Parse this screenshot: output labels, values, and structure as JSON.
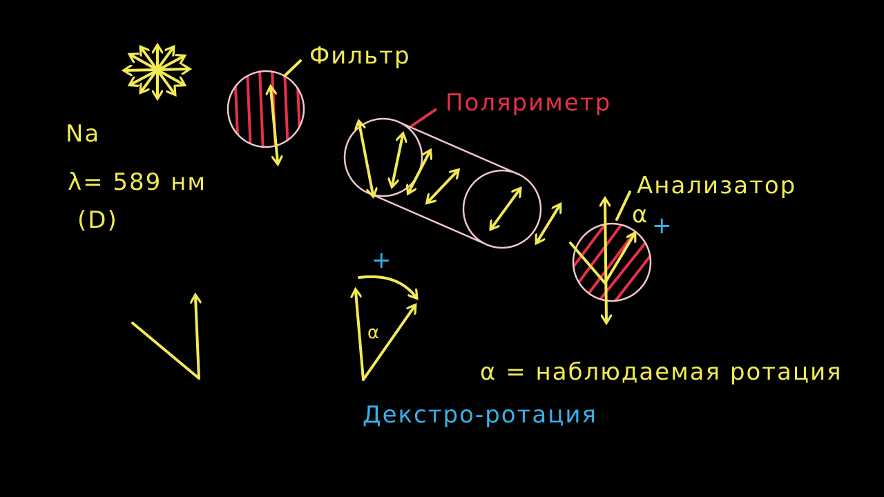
{
  "labels": {
    "filter": "Фильтр",
    "polarimeter": "Поляриметр",
    "analyzer": "Анализатор",
    "sodium": "Na",
    "wavelength": "λ= 589 нм",
    "d_line": "(D)",
    "alpha_definition": "α = наблюдаемая ротация",
    "dextro_rotation": "Декстро-ротация",
    "alpha_analyzer": "α",
    "alpha_angle": "α",
    "plus_analyzer": "+",
    "plus_rotation": "+"
  },
  "colors": {
    "background": "#000000",
    "yellow": "#f2ea55",
    "red": "#e8304a",
    "pink": "#f3c6cf",
    "blue": "#3ab0e8"
  }
}
